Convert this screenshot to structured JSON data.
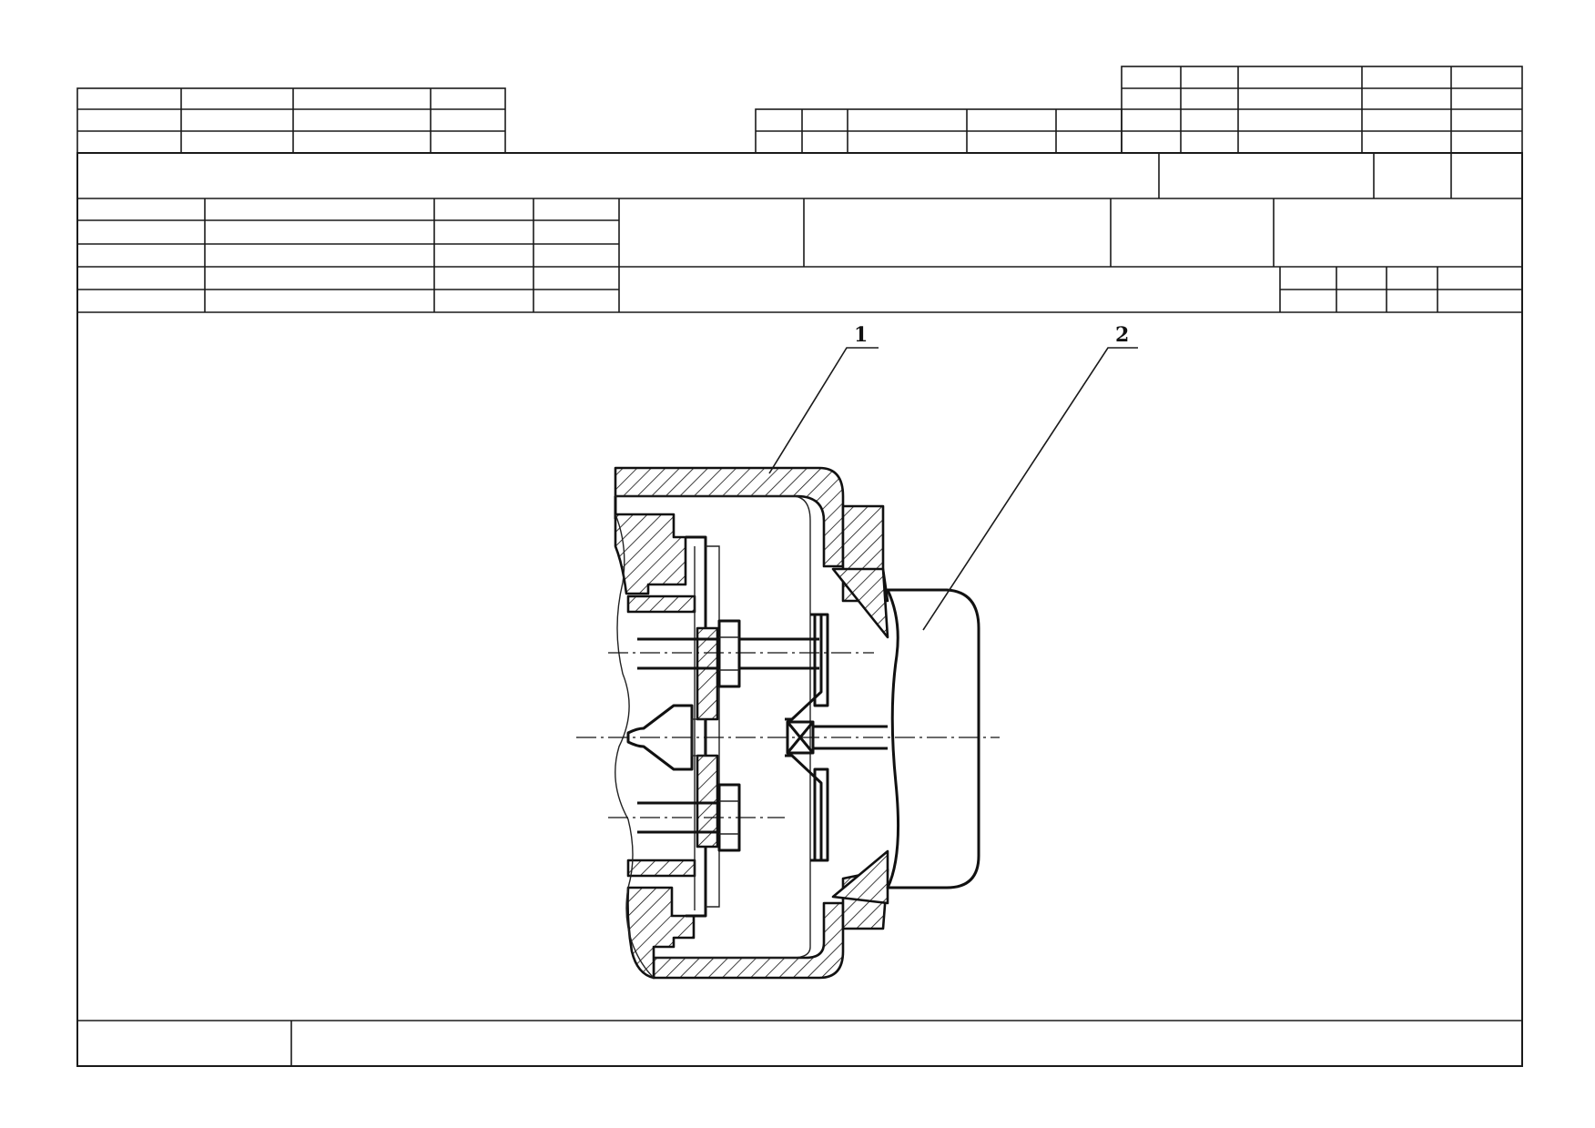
{
  "drawing": {
    "callouts": [
      {
        "id": "callout-1",
        "label": "1"
      },
      {
        "id": "callout-2",
        "label": "2"
      }
    ]
  }
}
